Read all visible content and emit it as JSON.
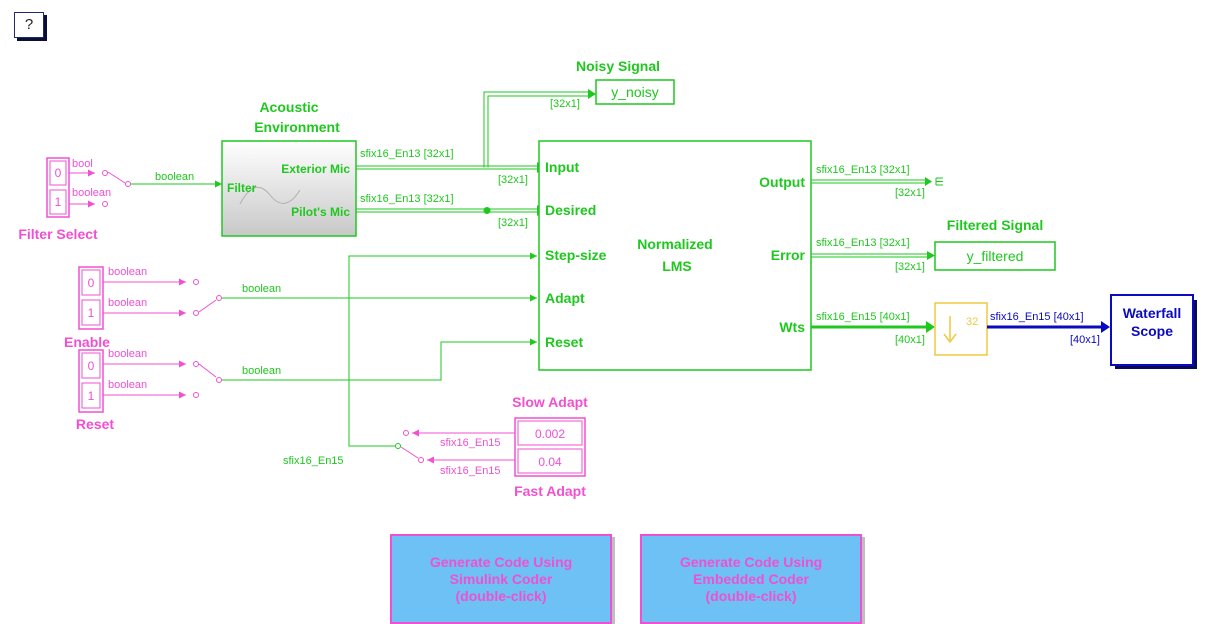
{
  "help_label": "?",
  "colors": {
    "green": "#1ec81e",
    "magenta": "#f050d2",
    "blue": "#0a0abe",
    "yellow": "#f0c840",
    "button_fill": "#6ec1f5"
  },
  "filter_select": {
    "title": "Filter Select",
    "values": [
      "0",
      "1"
    ],
    "signals": [
      "bool",
      "boolean"
    ],
    "out_type": "boolean"
  },
  "acoustic": {
    "title_line1": "Acoustic",
    "title_line2": "Environment",
    "in_port": "Filter",
    "out_ports": [
      "Exterior Mic",
      "Pilot's Mic"
    ],
    "out_types": [
      "sfix16_En13 [32x1]",
      "sfix16_En13 [32x1]"
    ]
  },
  "noisy": {
    "title": "Noisy Signal",
    "block": "y_noisy",
    "dim": "[32x1]"
  },
  "nlms": {
    "name_line1": "Normalized",
    "name_line2": "LMS",
    "in_ports": [
      "Input",
      "Desired",
      "Step-size",
      "Adapt",
      "Reset"
    ],
    "out_ports": [
      "Output",
      "Error",
      "Wts"
    ],
    "in_dims": [
      "[32x1]",
      "[32x1]"
    ]
  },
  "outputs": {
    "output_type": "sfix16_En13 [32x1]",
    "output_dim": "[32x1]",
    "error_type": "sfix16_En13 [32x1]",
    "error_dim": "[32x1]",
    "wts_type": "sfix16_En15 [40x1]",
    "wts_dim": "[40x1]"
  },
  "filtered": {
    "title": "Filtered Signal",
    "block": "y_filtered"
  },
  "downsample": {
    "factor": "32"
  },
  "waterfall": {
    "type_label": "sfix16_En15 [40x1]",
    "dim": "[40x1]",
    "line1": "Waterfall",
    "line2": "Scope"
  },
  "enable": {
    "title": "Enable",
    "values": [
      "0",
      "1"
    ],
    "signals": [
      "boolean",
      "boolean"
    ],
    "out_type": "boolean"
  },
  "reset": {
    "title": "Reset",
    "values": [
      "0",
      "1"
    ],
    "signals": [
      "boolean",
      "boolean"
    ],
    "out_type": "boolean"
  },
  "adapt": {
    "slow_title": "Slow Adapt",
    "fast_title": "Fast Adapt",
    "values": [
      "0.002",
      "0.04"
    ],
    "types": [
      "sfix16_En15",
      "sfix16_En15"
    ],
    "switch_type": "sfix16_En15"
  },
  "buttons": [
    {
      "lines": [
        "Generate Code Using",
        "Simulink Coder",
        "(double-click)"
      ]
    },
    {
      "lines": [
        "Generate Code Using",
        "Embedded Coder",
        "(double-click)"
      ]
    }
  ]
}
